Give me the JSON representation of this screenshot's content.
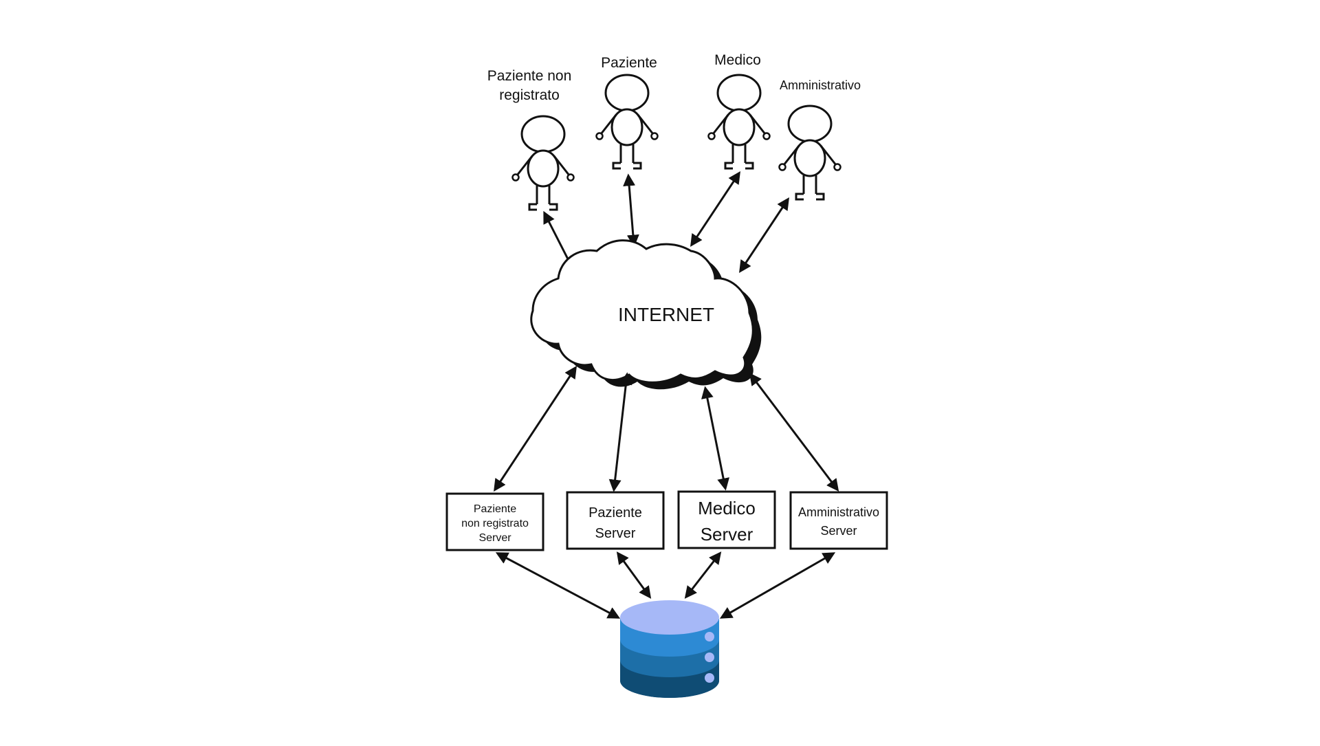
{
  "actors": [
    {
      "lines": [
        "Paziente non",
        "registrato"
      ]
    },
    {
      "lines": [
        "Paziente"
      ]
    },
    {
      "lines": [
        "Medico"
      ]
    },
    {
      "lines": [
        "Amministrativo"
      ]
    }
  ],
  "cloud": {
    "label": "INTERNET"
  },
  "servers": [
    {
      "lines": [
        "Paziente",
        "non registrato",
        "Server"
      ]
    },
    {
      "lines": [
        "Paziente",
        "Server"
      ]
    },
    {
      "lines": [
        "Medico",
        "Server"
      ]
    },
    {
      "lines": [
        "Amministrativo",
        "Server"
      ]
    }
  ],
  "database": {
    "icon": "database-icon"
  },
  "colors": {
    "stroke": "#111111",
    "db_top": "#a6b8f7",
    "db_upper": "#2d8ad4",
    "db_middle": "#1d6fa8",
    "db_lower": "#0f4c74",
    "db_dot": "#a6b8f7"
  }
}
